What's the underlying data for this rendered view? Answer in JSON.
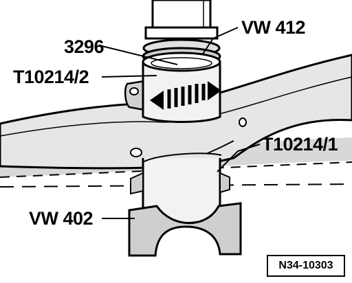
{
  "labels": {
    "tool_3296": "3296",
    "tool_vw412": "VW 412",
    "tool_t10214_2": "T10214/2",
    "tool_t10214_1": "T10214/1",
    "tool_vw402": "VW 402"
  },
  "figure_ref": "N34-10303",
  "colors": {
    "line": "#000000",
    "shade": "#d8d8d8",
    "shade_dark": "#bdbdbd",
    "background": "#ffffff"
  },
  "icons": {
    "arrow": "left-right-double-arrow"
  }
}
